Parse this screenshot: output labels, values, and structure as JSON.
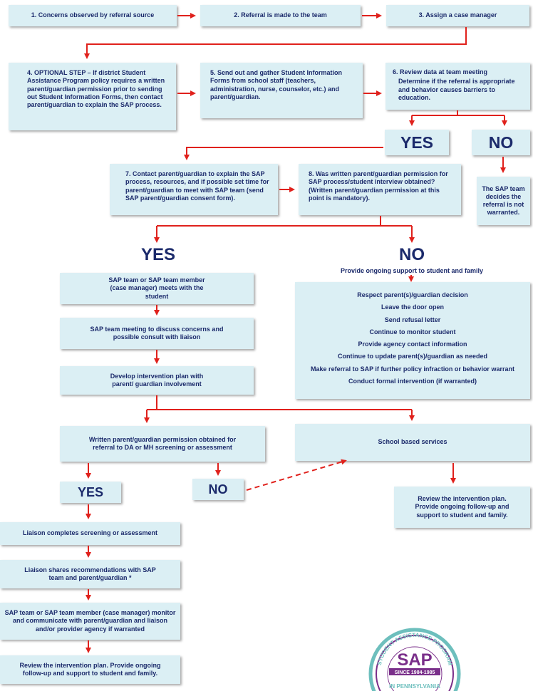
{
  "boxes": {
    "s1": "1.  Concerns observed by referral source",
    "s2": "2.  Referral is made to the team",
    "s3": "3.  Assign a case manager",
    "s4": "4. OPTIONAL STEP – If district Student Assistance Program policy requires a written parent/guardian permission prior to sending out Student Information Forms, then contact parent/guardian to explain the SAP process.",
    "s5": "5.  Send out and gather Student Information Forms from school staff (teachers, administration, nurse, counselor, etc.) and parent/guardian.",
    "s6_title": "6.  Review data at team meeting",
    "s6_body": "Determine if the referral is appropriate and behavior causes barriers to education.",
    "yes1": "YES",
    "no1": "NO",
    "no1_text": "The SAP team decides the referral is not warranted.",
    "s7": "7.  Contact parent/guardian to explain the SAP process, resources, and if possible set time for parent/guardian to meet with SAP team (send SAP parent/guardian consent form).",
    "s8": "8.  Was written parent/guardian permission for SAP process/student interview obtained? (Written parent/guardian permission at this point is mandatory).",
    "yes2": "YES",
    "no2": "NO",
    "no2_sub": "Provide ongoing support to student and family",
    "yes2_a": "SAP team or SAP team member (case manager) meets with the student",
    "yes2_b": "SAP team meeting to discuss concerns and possible consult with liaison",
    "yes2_c": "Develop intervention plan with parent/ guardian involvement",
    "no2_items": [
      "Respect parent(s)/guardian decision",
      "Leave the door open",
      "Send refusal letter",
      "Continue to monitor student",
      "Provide agency contact information",
      "Continue to update parent(s)/guardian as needed",
      "Make referral to SAP if further policy infraction or behavior warrant",
      "Conduct formal intervention (if warranted)"
    ],
    "perm": "Written parent/guardian permission obtained for referral to DA or MH screening or assessment",
    "school": "School based services",
    "review_right": "Review the intervention plan. Provide ongoing follow-up and support to student and family.",
    "yes3": "YES",
    "no3": "NO",
    "l1": "Liaison completes screening or assessment",
    "l2": "Liaison shares recommendations with SAP team and parent/guardian *",
    "l3": "SAP team or SAP team member (case manager) monitor and communicate with parent/guardian and liaison and/or provider agency if warranted",
    "l4": "Review the intervention plan. Provide ongoing follow-up and support to student and family."
  },
  "logo": {
    "top_text": "STUDENT ASSISTANCE PROGRAM",
    "acronym": "SAP",
    "since": "SINCE 1984-1985",
    "bottom_text": "IN PENNSYLVANIA"
  },
  "colors": {
    "box": "#dbeff4",
    "text": "#1b2a6b",
    "arrow": "#e0211c"
  }
}
